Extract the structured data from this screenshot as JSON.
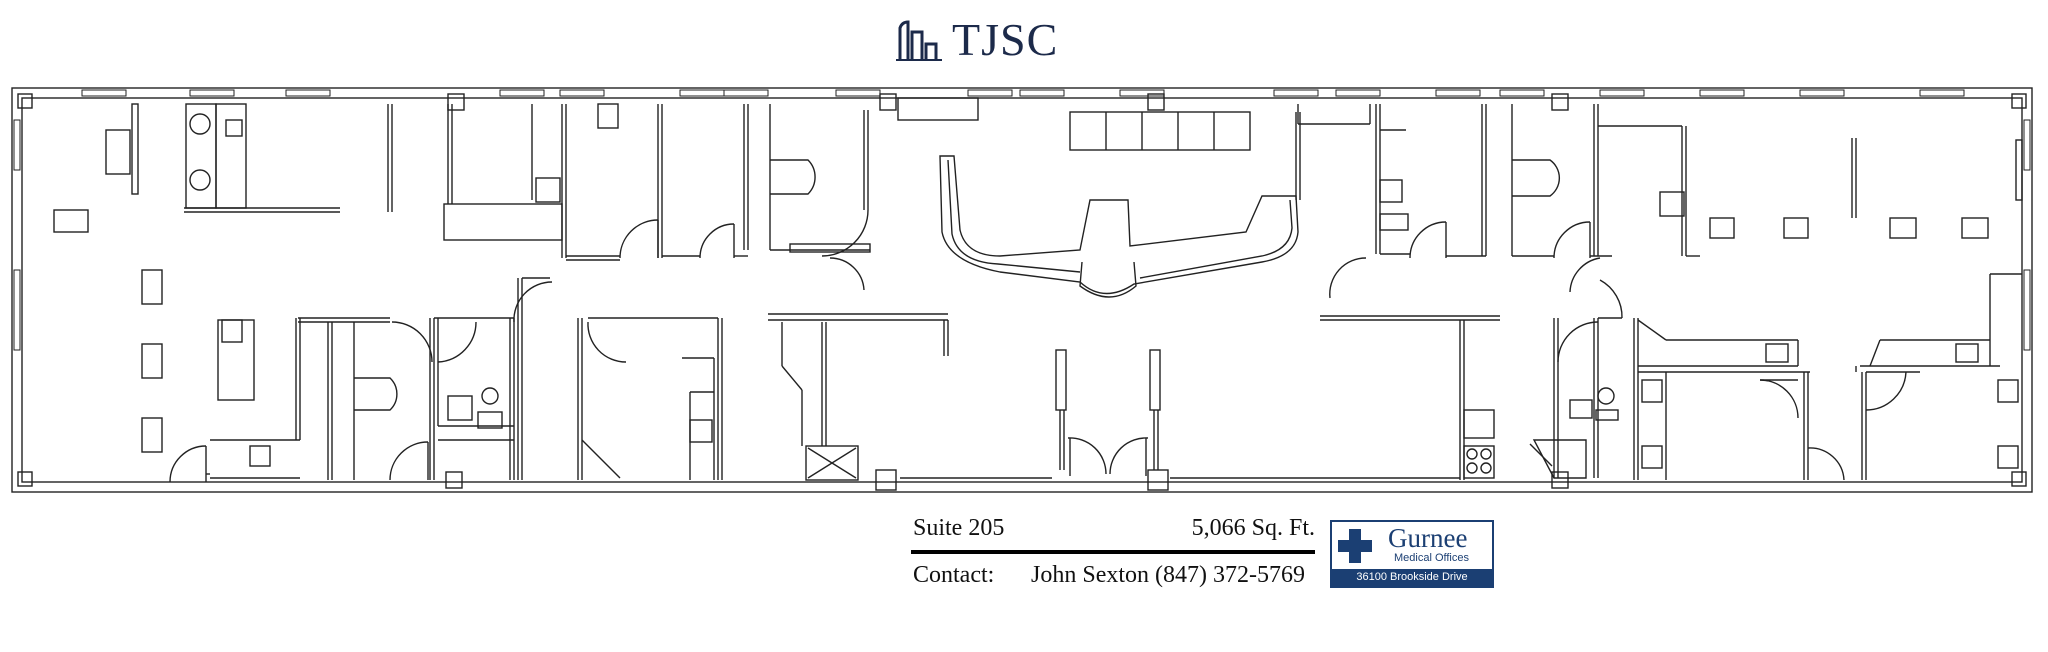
{
  "logo": {
    "text": "TJSC",
    "icon": "building-columns-icon",
    "color": "#1c2a4a"
  },
  "suite": {
    "name": "Suite 205",
    "area": "5,066 Sq. Ft."
  },
  "contact": {
    "label": "Contact:",
    "value": "John Sexton (847) 372-5769"
  },
  "badge": {
    "name": "Gurnee",
    "subtitle": "Medical Offices",
    "address": "36100 Brookside Drive",
    "icon": "medical-cross-icon",
    "color": "#1b3f73"
  },
  "plan": {
    "line_color": "#222222",
    "fill_color": "#ffffff"
  }
}
